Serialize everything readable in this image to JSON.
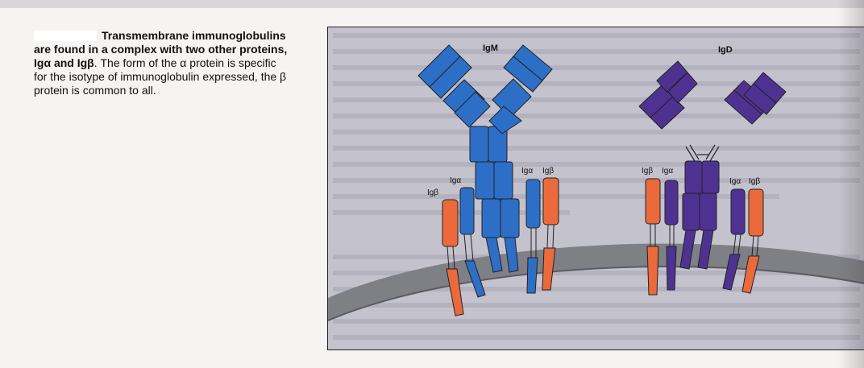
{
  "caption": {
    "bold_lead": "Transmembrane immunoglobulins are found in a complex with two other proteins, Igα and Igβ",
    "rest": ". The form of the α protein is specific for the isotype of immunoglobulin expressed, the β protein is common to all."
  },
  "figure": {
    "labels": {
      "igm": "IgM",
      "igd": "IgD",
      "ig_beta": "Igβ",
      "ig_alpha": "Igα"
    },
    "colors": {
      "igm_blue": "#2d6fc6",
      "igd_purple": "#4e3291",
      "ig_beta_orange": "#ea6a3c",
      "membrane": "#7f7f86",
      "background": "#c4c2cd"
    }
  }
}
